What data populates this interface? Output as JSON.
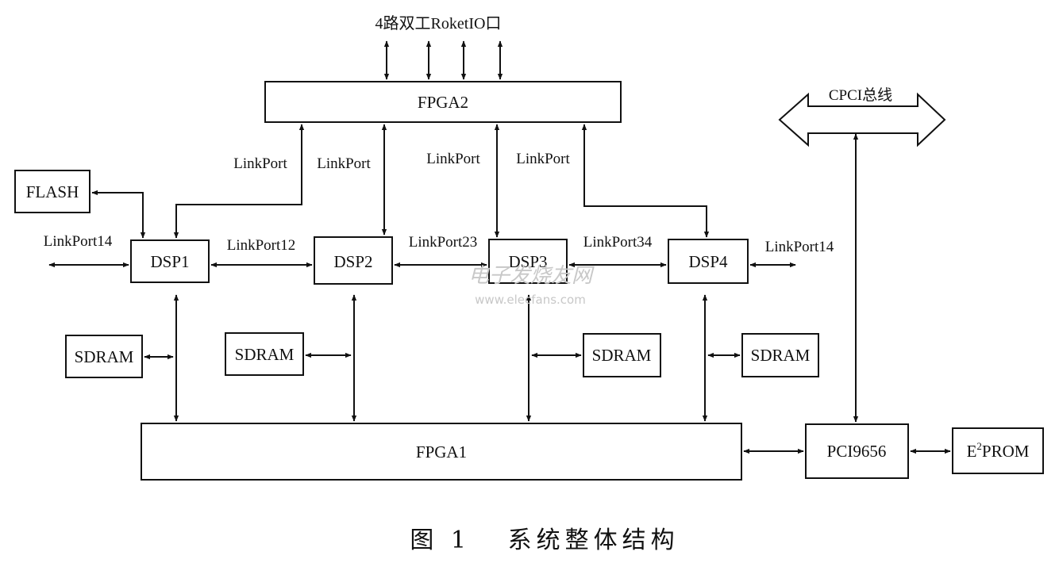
{
  "title": "4路双工RoketIO口",
  "bus_label": "CPCI总线",
  "blocks": {
    "fpga2": "FPGA2",
    "fpga1": "FPGA1",
    "flash": "FLASH",
    "dsp1": "DSP1",
    "dsp2": "DSP2",
    "dsp3": "DSP3",
    "dsp4": "DSP4",
    "sdram1": "SDRAM",
    "sdram2": "SDRAM",
    "sdram3": "SDRAM",
    "sdram4": "SDRAM",
    "pci": "PCI9656",
    "eprom_base": "E",
    "eprom_sup": "2",
    "eprom_rest": "PROM"
  },
  "links": {
    "lp_fpga2_dsp1": "LinkPort",
    "lp_fpga2_dsp2": "LinkPort",
    "lp_fpga2_dsp3": "LinkPort",
    "lp_fpga2_dsp4": "LinkPort",
    "lp14_left": "LinkPort14",
    "lp12": "LinkPort12",
    "lp23": "LinkPort23",
    "lp34": "LinkPort34",
    "lp14_right": "LinkPort14"
  },
  "caption": "图 1   系统整体结构",
  "watermark": {
    "cn": "电子发烧友网",
    "url": "www.elecfans.com"
  }
}
